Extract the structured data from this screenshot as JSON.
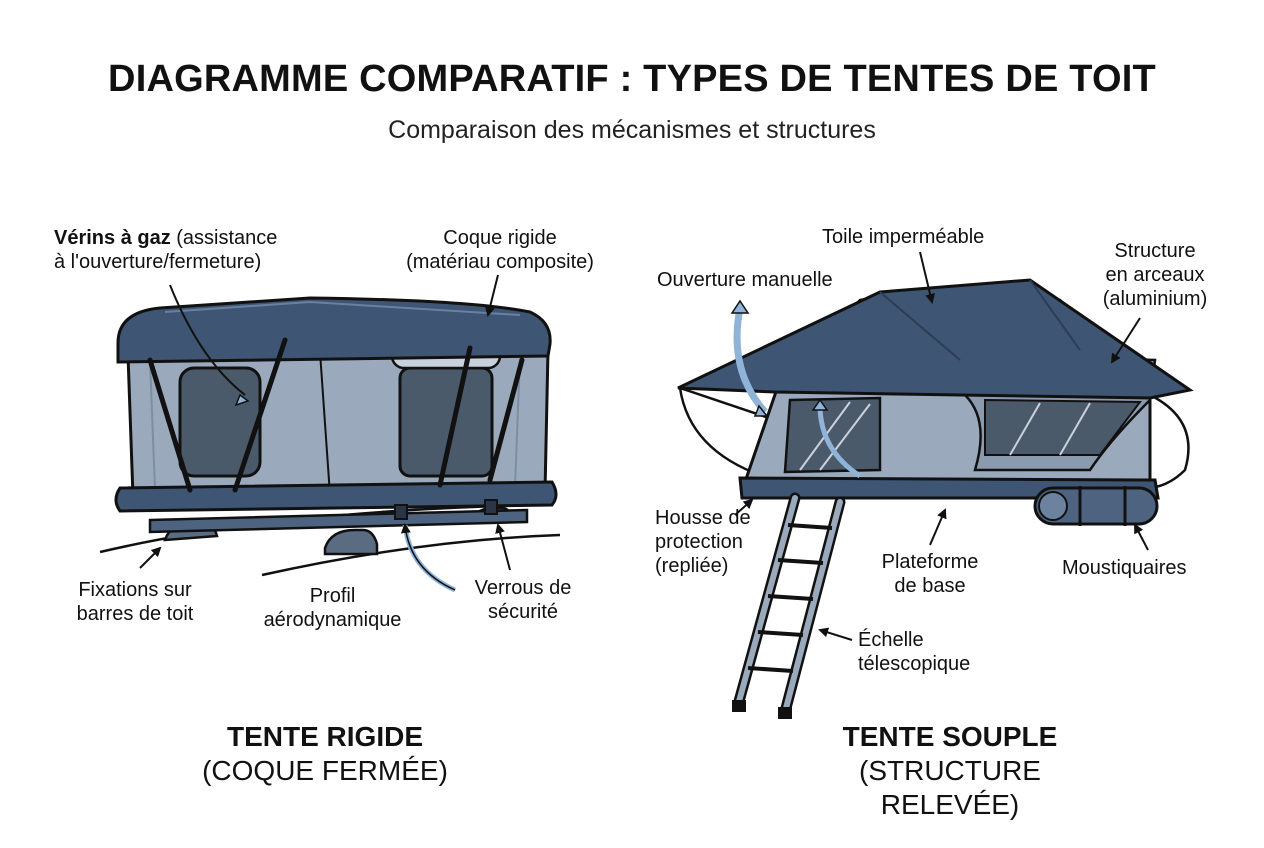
{
  "title": "DIAGRAMME COMPARATIF : TYPES DE TENTES DE TOIT",
  "subtitle": "Comparaison des mécanismes et structures",
  "rigid": {
    "caption_title": "TENTE RIGIDE",
    "caption_sub": "(COQUE FERMÉE)",
    "labels": {
      "verins_bold": "Vérins à gaz",
      "verins_rest": " (assistance",
      "verins_line2": "à l'ouverture/fermeture)",
      "coque_line1": "Coque rigide",
      "coque_line2": "(matériau composite)",
      "fixations_line1": "Fixations sur",
      "fixations_line2": "barres de toit",
      "profil_line1": "Profil",
      "profil_line2": "aérodynamique",
      "verrous_line1": "Verrous de",
      "verrous_line2": "sécurité"
    }
  },
  "soft": {
    "caption_title": "TENTE SOUPLE",
    "caption_sub": "(STRUCTURE RELEVÉE)",
    "labels": {
      "toile": "Toile imperméable",
      "ouverture": "Ouverture manuelle",
      "structure_line1": "Structure",
      "structure_line2": "en arceaux",
      "structure_line3": "(aluminium)",
      "housse_line1": "Housse de",
      "housse_line2": "protection",
      "housse_line3": "(repliée)",
      "plateforme_line1": "Plateforme",
      "plateforme_line2": "de base",
      "moustiquaires": "Moustiquaires",
      "echelle_line1": "Échelle",
      "echelle_line2": "télescopique"
    }
  },
  "colors": {
    "shell": "#3e5574",
    "body": "#9aaabc",
    "window": "#4b5a6a",
    "accent_arrow": "#8fb4d8",
    "outline": "#1b2430"
  }
}
